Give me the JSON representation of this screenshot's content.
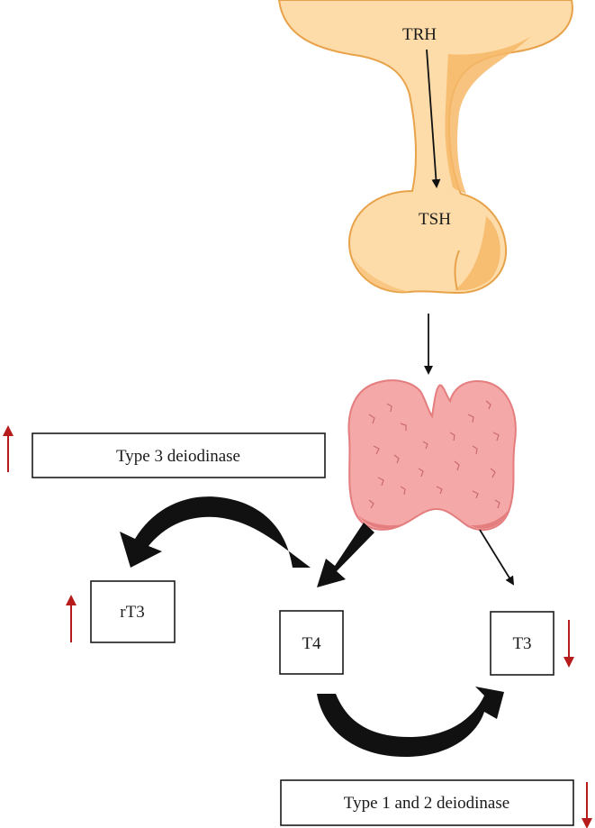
{
  "hypothalamus": {
    "label": "TRH"
  },
  "pituitary": {
    "label": "TSH"
  },
  "boxes": {
    "type3": {
      "label": "Type 3 deiodinase"
    },
    "rt3": {
      "label": "rT3"
    },
    "t4": {
      "label": "T4"
    },
    "t3": {
      "label": "T3"
    },
    "type12": {
      "label": "Type 1 and 2 deiodinase"
    }
  },
  "indicators": {
    "type3": "up",
    "rt3": "up",
    "t3": "down",
    "type12": "down"
  },
  "colors": {
    "gland_fill": "#fddcaa",
    "gland_shade": "#f6b968",
    "gland_outline": "#e8a24a",
    "thyroid_fill": "#f4a8a8",
    "thyroid_shade": "#e47d7e",
    "arrow": "#111111",
    "indicator": "#b71c1c"
  }
}
